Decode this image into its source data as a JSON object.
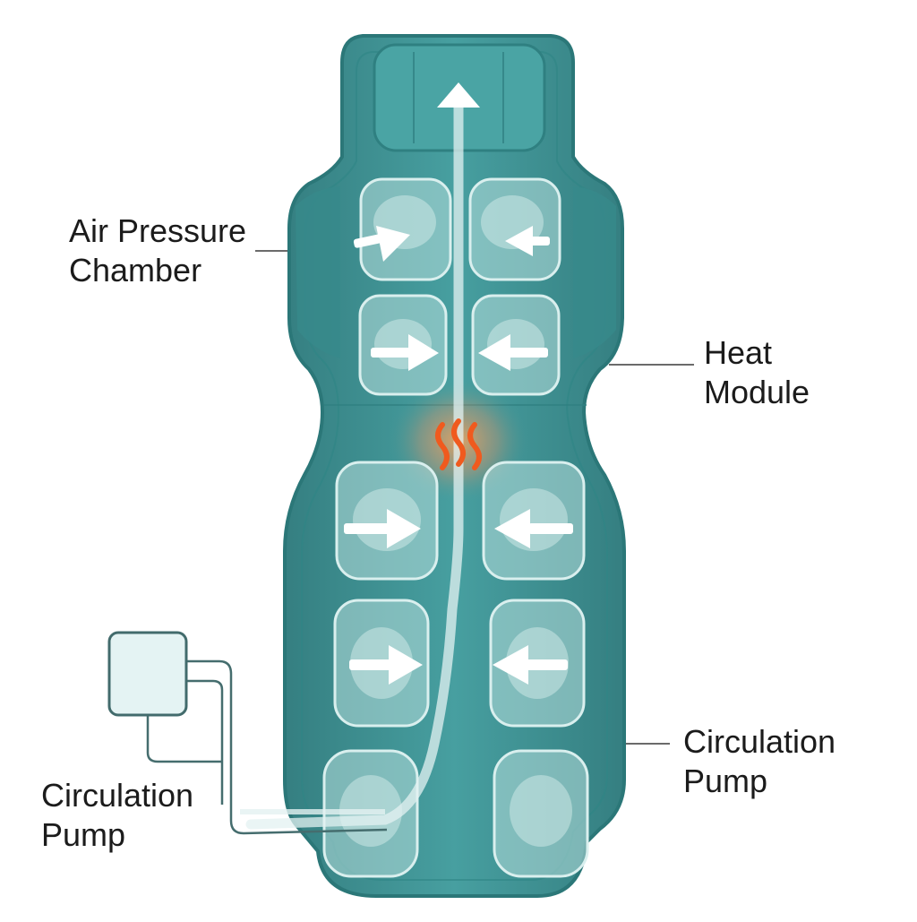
{
  "labels": {
    "air_pressure_chamber": {
      "line1": "Air Pressure",
      "line2": "Chamber"
    },
    "heat_module": {
      "line1": "Heat",
      "line2": "Module"
    },
    "circulation_pump_right": {
      "line1": "Circulation",
      "line2": "Pump"
    },
    "circulation_pump_left": {
      "line1": "Circulation",
      "line2": "Pump"
    }
  },
  "colors": {
    "background": "#ffffff",
    "cushion_body": "#3f9a9b",
    "cushion_edge": "#2b7778",
    "chamber_fill": "#a9d6d4",
    "arrow": "#ffffff",
    "heat_glow": "#f6a25a",
    "heat_waves": "#f05a1e",
    "pump_box": "#e4f3f3",
    "text": "#1b1b1b"
  },
  "icons": [
    "heat-waves-icon",
    "airflow-arrow-icon",
    "pump-box-icon"
  ]
}
